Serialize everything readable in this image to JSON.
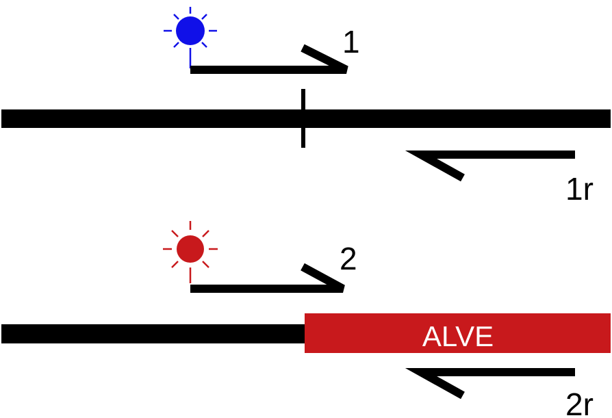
{
  "primers": {
    "p1": {
      "label": "1",
      "fluor_color": "#1010e8"
    },
    "p1r": {
      "label": "1r"
    },
    "p2": {
      "label": "2",
      "fluor_color": "#c8191c"
    },
    "p2r": {
      "label": "2r"
    }
  },
  "insert": {
    "label": "ALVE",
    "color": "#c8191c"
  },
  "colors": {
    "line": "#000000",
    "insert_text": "#ffffff"
  }
}
